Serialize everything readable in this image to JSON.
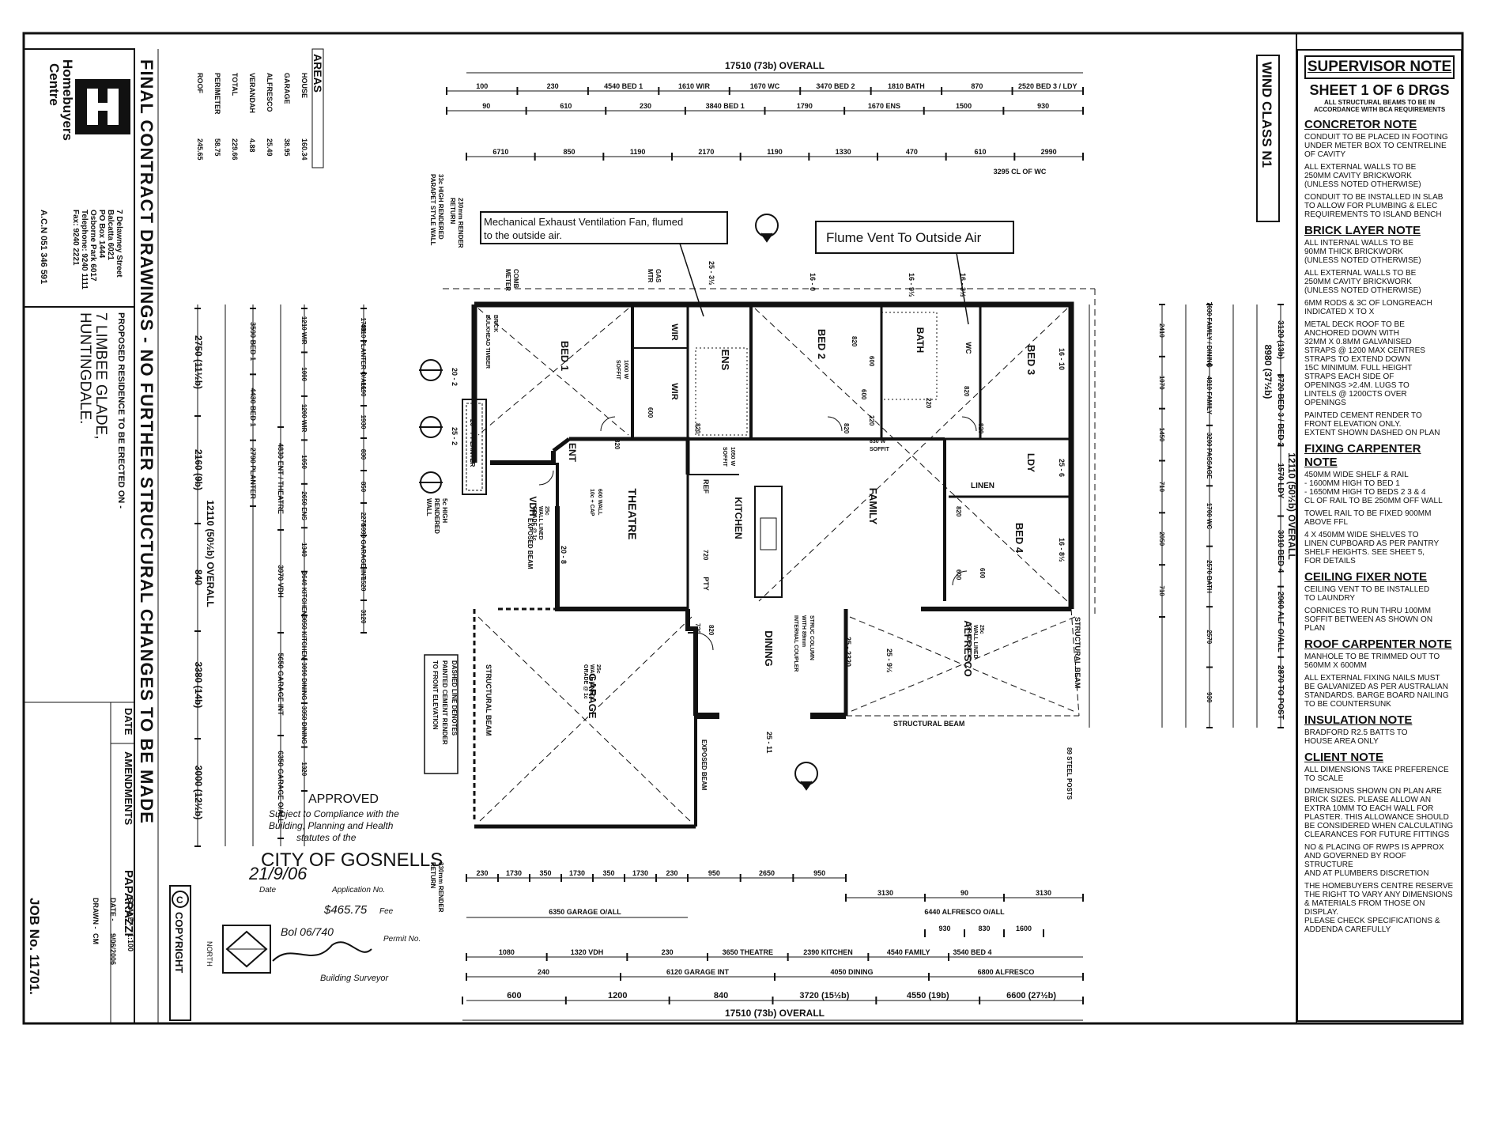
{
  "company": {
    "name_line1": "Homebuyers",
    "name_line2": "Centre",
    "address": [
      "7 Delawney Street",
      "Balcatta 6021",
      "PO Box 1444",
      "Osborne Park 6017",
      "Telephone: 9240 1111",
      "Fax: 9240 2221"
    ],
    "acn": "A.C.N 051 346 591"
  },
  "title_strip": "FINAL CONTRACT DRAWINGS - NO FURTHER STRUCTURAL CHANGES TO BE MADE",
  "areas": {
    "heading": "AREAS",
    "rows": [
      {
        "label": "HOUSE",
        "value": "160.34"
      },
      {
        "label": "GARAGE",
        "value": "38.95"
      },
      {
        "label": "ALFRESCO",
        "value": "25.49"
      },
      {
        "label": "VERANDAH",
        "value": "4.88"
      },
      {
        "label": "TOTAL",
        "value": "229.66"
      },
      {
        "label": "PERIMETER",
        "value": "58.75"
      },
      {
        "label": "ROOF",
        "value": "245.65"
      }
    ]
  },
  "project": {
    "proposed": "PROPOSED RESIDENCE TO BE ERECTED ON -",
    "address1": "7 LIMBEE GLADE,",
    "address2": "HUNTINGDALE."
  },
  "title_block": {
    "client": "PAPARAZZI",
    "amendments": "AMENDMENTS",
    "date_label": "DATE",
    "drawn_label": "DRAWN -",
    "drawn_value": "CM",
    "date2_label": "DATE -",
    "date2_value": "9/06/2006",
    "scale_label": "SCALE -",
    "scale_value": "1:100",
    "job": "JOB No. 11701."
  },
  "copyright": "COPYRIGHT",
  "copyright_mark": "C",
  "north": "NORTH",
  "approval": {
    "approved": "APPROVED",
    "lines": [
      "Subject to Compliance with the",
      "Building, Planning and Health",
      "statutes of the"
    ],
    "city": "CITY OF GOSNELLS",
    "handwritten_date": "21/9/06",
    "date_label": "Date",
    "application": "Application No.",
    "fee_value": "$465.75",
    "fee_label": "Fee",
    "permit_value": "Bol 06/740",
    "permit_label": "Permit No.",
    "surveyor": "Building Surveyor"
  },
  "wind_class": "WIND CLASS N1",
  "callouts": {
    "exhaust": [
      "Mechanical Exhaust Ventilation Fan, flumed",
      "to the outside air."
    ],
    "flume": "Flume Vent To Outside Air"
  },
  "rooms": [
    {
      "id": "bed1",
      "label": "BED 1"
    },
    {
      "id": "wir1",
      "label": "WIR"
    },
    {
      "id": "wir2",
      "label": "WIR"
    },
    {
      "id": "ens",
      "label": "ENS"
    },
    {
      "id": "bed2",
      "label": "BED 2"
    },
    {
      "id": "bath",
      "label": "BATH"
    },
    {
      "id": "bed3",
      "label": "BED 3"
    },
    {
      "id": "ldy",
      "label": "LDY"
    },
    {
      "id": "linen",
      "label": "LINEN"
    },
    {
      "id": "ent",
      "label": "ENT"
    },
    {
      "id": "theatre",
      "label": "THEATRE"
    },
    {
      "id": "kitchen",
      "label": "KITCHEN"
    },
    {
      "id": "family",
      "label": "FAMILY"
    },
    {
      "id": "bed4",
      "label": "BED 4"
    },
    {
      "id": "dining",
      "label": "DINING"
    },
    {
      "id": "alfresco",
      "label": "ALFRESCO"
    },
    {
      "id": "garage",
      "label": "GARAGE"
    },
    {
      "id": "vdh",
      "label": "VDH"
    },
    {
      "id": "ref",
      "label": "REF"
    },
    {
      "id": "pty",
      "label": "PTY"
    },
    {
      "id": "wc",
      "label": "WC"
    }
  ],
  "plan_labels": {
    "structural_beam": "STRUCTURAL BEAM",
    "exposed_beam": "EXPOSED BEAM",
    "dashed_note": [
      "DASHED LINE DENOTES",
      "PAINTED CEMENT RENDER",
      "TO FRONT ELEVATION"
    ],
    "struc_column": [
      "STRUC COLUMN",
      "WITH 89mm",
      "INTERNAL COUPLER"
    ],
    "steel_posts": "89 STEEL POSTS",
    "parapet": [
      "33c HIGH RENDERED",
      "PARAPET STYLE WALL"
    ],
    "render_return": [
      "230mm RENDER",
      "RETURN"
    ],
    "render_return_bottom": [
      "330mm RENDER",
      "RETURN"
    ],
    "comb_meter": [
      "COMB",
      "METER"
    ],
    "gas_meter": [
      "GAS",
      "MTR"
    ],
    "brick_bulkhead": [
      "BRICK",
      "BULKHEAD TIMBER"
    ],
    "planter": "20 - 7 PLANTER",
    "rendered_wall": [
      "5c HIGH",
      "RENDERED",
      "WALL"
    ],
    "soffit_1000": [
      "1000 W",
      "SOFFIT"
    ],
    "soffit_830": [
      "830 W",
      "SOFFIT"
    ],
    "soffit_1050": [
      "1050 W",
      "SOFFIT"
    ],
    "wall_600": [
      "600 WALL",
      "10c + CAP"
    ],
    "pitch_labels": [
      "25 - 3½",
      "16 - 0",
      "16 - 9½",
      "16 - 3½",
      "16 - 10",
      "25 - 6",
      "16 - 8½",
      "25 - 9½",
      "25 - 2320",
      "20 - 8",
      "25 - 11",
      "20 - 2",
      "25 - 2"
    ],
    "door_sizes": [
      "820",
      "820",
      "820",
      "820",
      "820",
      "820",
      "820",
      "820",
      "720",
      "720",
      "600",
      "600",
      "600",
      "600",
      "600",
      "220",
      "220"
    ],
    "ceiling_notes": [
      "25c",
      "WALL LINED",
      "GRADE @ 1c"
    ]
  },
  "top_dims": {
    "overall": "17510 (73b) OVERALL",
    "row1": [
      "100",
      "230",
      "4540 BED 1",
      "1610 WIR",
      "1670 WC",
      "3470 BED 2",
      "1810 BATH",
      "870",
      "2520 BED 3 / LDY"
    ],
    "row2": [
      "90",
      "610",
      "230",
      "3840 BED 1",
      "1790",
      "1670 ENS",
      "1500",
      "930"
    ],
    "row3": [
      "6710",
      "850",
      "1190",
      "2170",
      "1190",
      "1330",
      "470",
      "610",
      "2990"
    ],
    "cl_wc": "3295 CL OF WC"
  },
  "bottom_dims": {
    "overall": "17510 (73b) OVERALL",
    "row1": [
      "230",
      "1730",
      "350",
      "1730",
      "350",
      "1730",
      "230"
    ],
    "mid": [
      "950",
      "2650",
      "950"
    ],
    "alf": [
      "3130",
      "90",
      "3130"
    ],
    "garage_oall": "6350 GARAGE O/ALL",
    "alfresco_oall": "6440 ALFRESCO O/ALL",
    "row_bed4": [
      "930",
      "830",
      "1600"
    ],
    "bed4_dim": "3540 BED 4",
    "row2": [
      "1080",
      "1320 VDH",
      "230",
      "3650 THEATRE",
      "2390 KITCHEN",
      "4540 FAMILY"
    ],
    "row3": [
      "240",
      "6120 GARAGE INT",
      "4050 DINING",
      "6800 ALFRESCO"
    ],
    "row4": [
      "600",
      "1200",
      "840",
      "3720 (15½b)",
      "4550 (19b)",
      "6600 (27½b)"
    ]
  },
  "left_dims": {
    "overall": "12110 (50½b) OVERALL",
    "values": [
      "2750 (11½b)",
      "2160 (9b)",
      "840",
      "3380 (14b)",
      "3000 (12½b)"
    ],
    "inner": [
      "3590 BED 1",
      "4430 BED 1",
      "2790 PLANTER",
      "4830 ENT / THEATRE",
      "3970 VDH",
      "5650 GARAGE INT",
      "6350 GARAGE O/ALL"
    ],
    "more": [
      "1210 WIR",
      "1000",
      "1200 WIR",
      "1050",
      "2650 ENS",
      "1340",
      "3640 KITCHEN",
      "3050 KITCHEN",
      "3090 DINING",
      "3350 DINING",
      "1320",
      "1790",
      "4310 PLANTER O/ALL",
      "1690",
      "1930",
      "830",
      "850",
      "2270",
      "5990 GARAGE INT",
      "1520",
      "3120"
    ]
  },
  "right_dims": {
    "overall": "8980 (37½b)",
    "overall2": "12110 (50½b) OVERALL",
    "values": [
      "3120 (13b)",
      "3720 BED 3 / BED 2",
      "1570 LDY",
      "3010 BED 4",
      "2960 ALF O/ALL",
      "2870 TO POST",
      "7030 FAMILY / DINING",
      "4810 FAMILY",
      "3200 PASSAGE",
      "1700 WC",
      "2570 BATH",
      "2570",
      "930",
      "2410",
      "1070",
      "1450",
      "710",
      "2050",
      "710"
    ]
  },
  "notes": {
    "title": "SUPERVISOR NOTE",
    "sheet": "SHEET 1 OF 6 DRGS",
    "sheet_sub": [
      "ALL STRUCTURAL BEAMS TO BE IN",
      "ACCORDANCE WITH BCA REQUIREMENTS"
    ],
    "sections": [
      {
        "heading": "CONCRETOR NOTE",
        "lines": [
          "CONDUIT TO BE PLACED IN FOOTING",
          "UNDER METER BOX TO CENTRELINE",
          "OF CAVITY",
          "",
          "ALL EXTERNAL WALLS TO BE",
          "250mm CAVITY BRICKWORK",
          "(UNLESS NOTED OTHERWISE)",
          "",
          "CONDUIT TO BE INSTALLED IN SLAB",
          "TO ALLOW FOR PLUMBING & ELEC",
          "REQUIREMENTS TO ISLAND BENCH"
        ]
      },
      {
        "heading": "BRICK LAYER NOTE",
        "lines": [
          "ALL INTERNAL WALLS TO BE",
          "90mm THICK BRICKWORK",
          "(UNLESS NOTED OTHERWISE)",
          "",
          "ALL EXTERNAL WALLS TO BE",
          "250mm CAVITY BRICKWORK",
          "(UNLESS NOTED OTHERWISE)",
          "",
          "6mm RODS & 3c OF LONGREACH",
          "INDICATED X TO X",
          "",
          "METAL DECK ROOF TO BE",
          "ANCHORED DOWN WITH",
          "32mm x 0.8mm GALVANISED",
          "STRAPS @ 1200 MAX CENTRES",
          "STRAPS TO EXTEND DOWN",
          "15c MINIMUM. FULL HEIGHT",
          "STRAPS EACH SIDE OF",
          "OPENINGS >2.4m. LUGS TO",
          "LINTELS @ 1200cts OVER",
          "OPENINGS",
          "",
          "PAINTED CEMENT RENDER TO",
          "FRONT ELEVATION ONLY.",
          "EXTENT SHOWN DASHED ON PLAN"
        ]
      },
      {
        "heading": "FIXING CARPENTER NOTE",
        "lines": [
          "450mm WIDE SHELF & RAIL",
          "- 1600mm HIGH TO BED 1",
          "- 1650mm HIGH TO BEDS 2 3 & 4",
          "CL OF RAIL TO BE 250mm OFF WALL",
          "",
          "TOWEL RAIL TO BE FIXED 900mm",
          "ABOVE FFL",
          "",
          "4 x 450mm WIDE SHELVES TO",
          "LINEN CUPBOARD AS PER PANTRY",
          "SHELF HEIGHTS. SEE SHEET 5,",
          "FOR DETAILS"
        ]
      },
      {
        "heading": "CEILING FIXER NOTE",
        "lines": [
          "CEILING VENT TO BE INSTALLED",
          "TO LAUNDRY",
          "",
          "CORNICES TO RUN THRU 100mm",
          "SOFFIT BETWEEN AS SHOWN ON PLAN"
        ]
      },
      {
        "heading": "ROOF CARPENTER NOTE",
        "lines": [
          "MANHOLE TO BE TRIMMED OUT TO",
          "560mm x 600mm",
          "",
          "ALL EXTERNAL FIXING NAILS MUST",
          "BE GALVANIZED AS PER AUSTRALIAN",
          "STANDARDS. BARGE BOARD NAILING",
          "TO BE COUNTERSUNK"
        ]
      },
      {
        "heading": "INSULATION NOTE",
        "lines": [
          "BRADFORD R2.5 BATTS TO",
          "HOUSE AREA ONLY"
        ]
      },
      {
        "heading": "CLIENT NOTE",
        "lines": [
          "ALL DIMENSIONS TAKE PREFERENCE",
          "TO SCALE",
          "",
          "DIMENSIONS SHOWN ON PLAN ARE",
          "BRICK SIZES. PLEASE ALLOW AN",
          "EXTRA 10mm TO EACH WALL FOR",
          "PLASTER. THIS ALLOWANCE SHOULD",
          "BE CONSIDERED WHEN CALCULATING",
          "CLEARANCES FOR FUTURE FITTINGS",
          "",
          "No & PLACING OF RWPs IS APPROX",
          "AND GOVERNED BY ROOF STRUCTURE",
          "AND AT PLUMBERS DISCRETION",
          "",
          "THE HOMEBUYERS CENTRE RESERVE",
          "THE RIGHT TO VARY ANY DIMENSIONS",
          "& MATERIALS FROM THOSE ON DISPLAY.",
          "PLEASE CHECK SPECIFICATIONS &",
          "ADDENDA CAREFULLY"
        ]
      }
    ]
  }
}
